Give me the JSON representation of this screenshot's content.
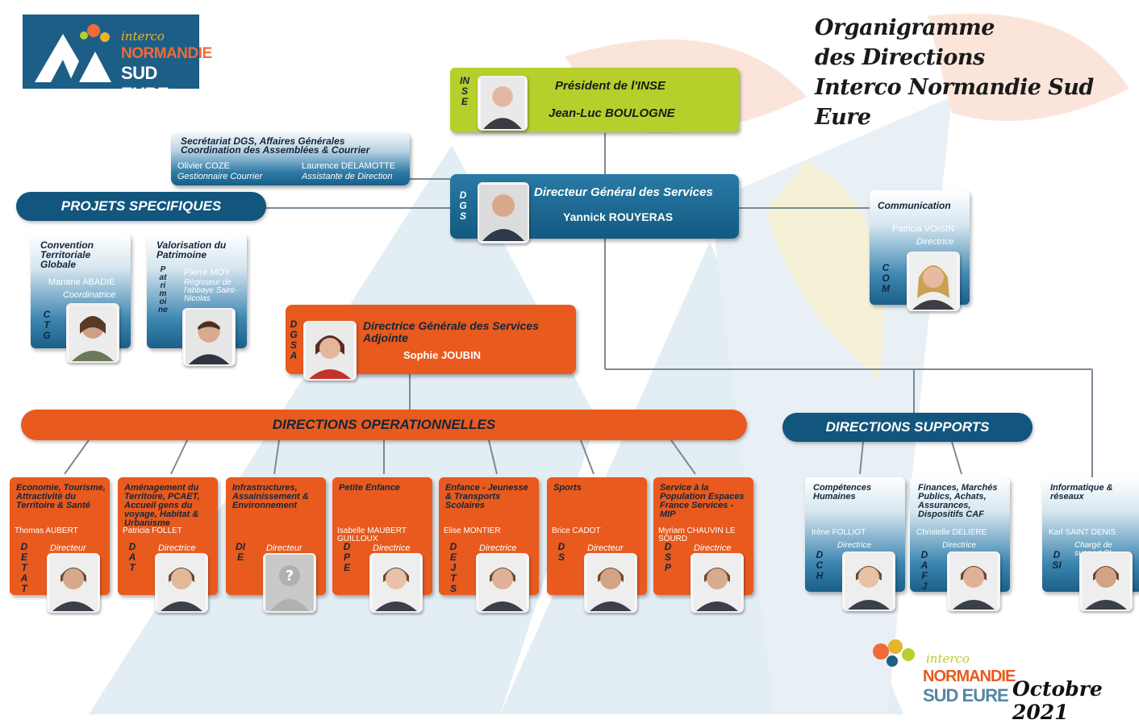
{
  "logo": {
    "line1": "interco",
    "line2": "NORMANDIE",
    "line3": "SUD EURE"
  },
  "title": {
    "line1": "Organigramme",
    "line2": "des Directions",
    "line3": "Interco Normandie Sud Eure"
  },
  "president": {
    "tag": "INSE",
    "role": "Président de l'INSE",
    "name": "Jean-Luc BOULOGNE"
  },
  "secretariat": {
    "title1": "Secrétariat DGS, Affaires Générales",
    "title2": "Coordination des Assemblées  & Courrier",
    "p1_name": "Olivier COZE",
    "p1_role": "Gestionnaire Courrier",
    "p2_name": "Laurence DELAMOTTE",
    "p2_role": "Assistante de Direction"
  },
  "dgs": {
    "tag": "DGS",
    "role": "Directeur Général des Services",
    "name": "Yannick ROUYERAS"
  },
  "projets": {
    "label": "PROJETS SPECIFIQUES"
  },
  "ctg": {
    "title": "Convention Territoriale Globale",
    "name": "Mariane ABADIE",
    "role": "Coordinatrice",
    "tag": "CTG"
  },
  "patrimoine": {
    "title": "Valorisation du Patrimoine",
    "name": "Pierre MOY",
    "role": "Régisseur de l'abbaye Saint-Nicolas",
    "tag": "Patrimoine"
  },
  "communication": {
    "title": "Communication",
    "name": "Patricia VOISIN",
    "role": "Directrice",
    "tag": "COM"
  },
  "dgsa": {
    "tag": "DGSA",
    "role1": "Directrice Générale des Services",
    "role2": "Adjointe",
    "name": "Sophie JOUBIN"
  },
  "ops": {
    "label": "DIRECTIONS OPERATIONNELLES"
  },
  "supports": {
    "label": "DIRECTIONS SUPPORTS"
  },
  "operational": [
    {
      "title": "Economie, Tourisme, Attractivité du Territoire & Santé",
      "name": "Thomas AUBERT",
      "role": "Directeur",
      "tag": "DETAT"
    },
    {
      "title": "Aménagement du Territoire, PCAET, Accueil gens du voyage, Habitat & Urbanisme",
      "name": "Patricia FOLLET",
      "role": "Directrice",
      "tag": "DAT"
    },
    {
      "title": "Infrastructures, Assainissement & Environnement",
      "name": "",
      "role": "Directeur",
      "tag": "DIE"
    },
    {
      "title": "Petite Enfance",
      "name": "Isabelle MAUBERT GUILLOUX",
      "role": "Directrice",
      "tag": "DPE"
    },
    {
      "title": "Enfance - Jeunesse & Transports Scolaires",
      "name": "Elise MONTIER",
      "role": "Directrice",
      "tag": "DEJTS"
    },
    {
      "title": "Sports",
      "name": "Brice CADOT",
      "role": "Directeur",
      "tag": "DS"
    },
    {
      "title": "Service à la Population Espaces France Services - MIP",
      "name": "Myriam CHAUVIN LE SOURD",
      "role": "Directrice",
      "tag": "DSP"
    }
  ],
  "support_cards": [
    {
      "title": "Compétences Humaines",
      "name": "Irène FOLLIOT",
      "role": "Directrice",
      "tag": "DCH"
    },
    {
      "title": "Finances, Marchés Publics, Achats, Assurances, Dispositifs CAF",
      "name": "Christelle DELIERE",
      "role": "Directrice",
      "tag": "DAFJ"
    },
    {
      "title": "Informatique & réseaux",
      "name": "Karl SAINT DENIS",
      "role": "Chargé de support SI",
      "tag": "DSI"
    }
  ],
  "date": "Octobre 2021",
  "footer_logo": {
    "line1": "interco",
    "line2": "NORMANDIE",
    "line3": "SUD EURE"
  },
  "colors": {
    "blue": "#12557d",
    "orange": "#e85a1e",
    "green": "#b6cf2b"
  }
}
